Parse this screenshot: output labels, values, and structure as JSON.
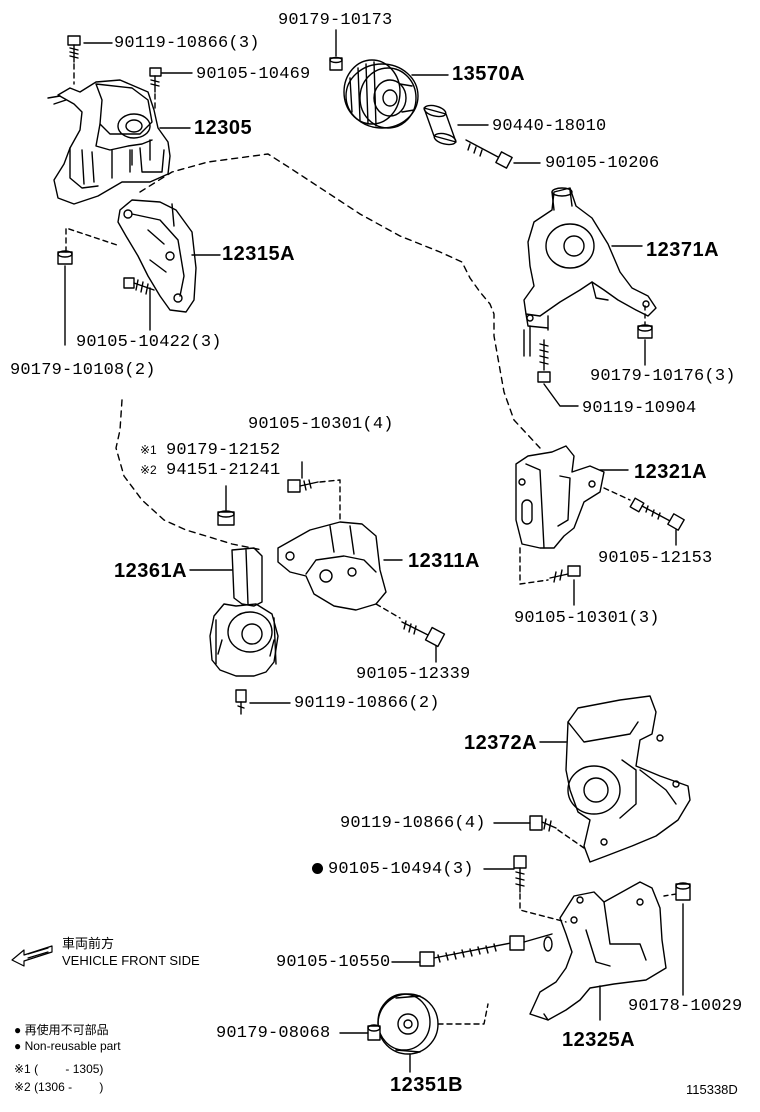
{
  "labels": {
    "p90179_10173": "90179-10173",
    "p90119_10866_3": "90119-10866(3)",
    "p90105_10469": "90105-10469",
    "p13570A": "13570A",
    "p12305": "12305",
    "p90440_18010": "90440-18010",
    "p90105_10206": "90105-10206",
    "p12315A": "12315A",
    "p12371A": "12371A",
    "p90105_10422_3": "90105-10422(3)",
    "p90179_10108_2": "90179-10108(2)",
    "p90179_10176_3": "90179-10176(3)",
    "p90119_10904": "90119-10904",
    "p90105_10301_4": "90105-10301(4)",
    "p90179_12152": "90179-12152",
    "p94151_21241": "94151-21241",
    "mark1": "※1",
    "mark2": "※2",
    "p12321A": "12321A",
    "p12361A": "12361A",
    "p12311A": "12311A",
    "p90105_12153": "90105-12153",
    "p90105_10301_3": "90105-10301(3)",
    "p90105_12339": "90105-12339",
    "p90119_10866_2": "90119-10866(2)",
    "p12372A": "12372A",
    "p90119_10866_4": "90119-10866(4)",
    "p90105_10494_3": "90105-10494(3)",
    "p90105_10550": "90105-10550",
    "p90178_10029": "90178-10029",
    "p90179_08068": "90179-08068",
    "p12325A": "12325A",
    "p12351B": "12351B"
  },
  "legend": {
    "front_jp": "車両前方",
    "front_en": "VEHICLE FRONT SIDE",
    "nonreusable_jp": "● 再使用不可部品",
    "nonreusable_en": "● Non-reusable part",
    "note1": "※1 (　　 - 1305)",
    "note2": "※2 (1306 -　　 )"
  },
  "figure_id": "115338D"
}
